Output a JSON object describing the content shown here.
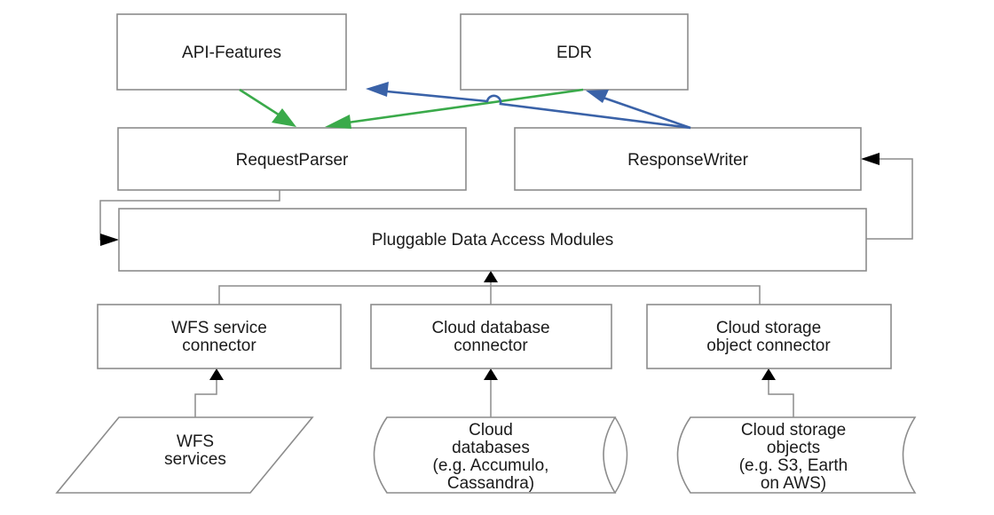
{
  "diagram": {
    "colors": {
      "request_flow": "#3aaa4a",
      "response_flow": "#3a62a8",
      "box_border": "#8c8c8c",
      "connector": "#8c8c8c"
    },
    "nodes": {
      "api_features": {
        "lines": [
          "API-Features"
        ]
      },
      "edr": {
        "lines": [
          "EDR"
        ]
      },
      "request_parser": {
        "lines": [
          "RequestParser"
        ]
      },
      "response_writer": {
        "lines": [
          "ResponseWriter"
        ]
      },
      "data_access_modules": {
        "lines": [
          "Pluggable Data Access Modules"
        ]
      },
      "wfs_connector": {
        "lines": [
          "WFS service",
          "connector"
        ]
      },
      "cloud_db_connector": {
        "lines": [
          "Cloud database",
          "connector"
        ]
      },
      "cloud_storage_connector": {
        "lines": [
          "Cloud storage",
          "object connector"
        ]
      },
      "wfs_services": {
        "lines": [
          "WFS",
          "services"
        ]
      },
      "cloud_databases": {
        "lines": [
          "Cloud",
          "databases",
          "(e.g. Accumulo,",
          "Cassandra)"
        ]
      },
      "cloud_storage_objects": {
        "lines": [
          "Cloud storage",
          "objects",
          "(e.g. S3, Earth",
          "on AWS)"
        ]
      }
    },
    "edges": [
      {
        "from": "API-Features",
        "to": "RequestParser",
        "type": "request_flow"
      },
      {
        "from": "EDR",
        "to": "RequestParser",
        "type": "request_flow"
      },
      {
        "from": "ResponseWriter",
        "to": "API-Features",
        "type": "response_flow"
      },
      {
        "from": "ResponseWriter",
        "to": "EDR",
        "type": "response_flow"
      },
      {
        "from": "RequestParser",
        "to": "Pluggable Data Access Modules",
        "type": "connector"
      },
      {
        "from": "Pluggable Data Access Modules",
        "to": "ResponseWriter",
        "type": "connector"
      },
      {
        "from": "WFS service connector",
        "to": "Pluggable Data Access Modules",
        "type": "connector"
      },
      {
        "from": "Cloud database connector",
        "to": "Pluggable Data Access Modules",
        "type": "connector"
      },
      {
        "from": "Cloud storage object connector",
        "to": "Pluggable Data Access Modules",
        "type": "connector"
      },
      {
        "from": "WFS services",
        "to": "WFS service connector",
        "type": "connector"
      },
      {
        "from": "Cloud databases",
        "to": "Cloud database connector",
        "type": "connector"
      },
      {
        "from": "Cloud storage objects",
        "to": "Cloud storage object connector",
        "type": "connector"
      }
    ]
  }
}
